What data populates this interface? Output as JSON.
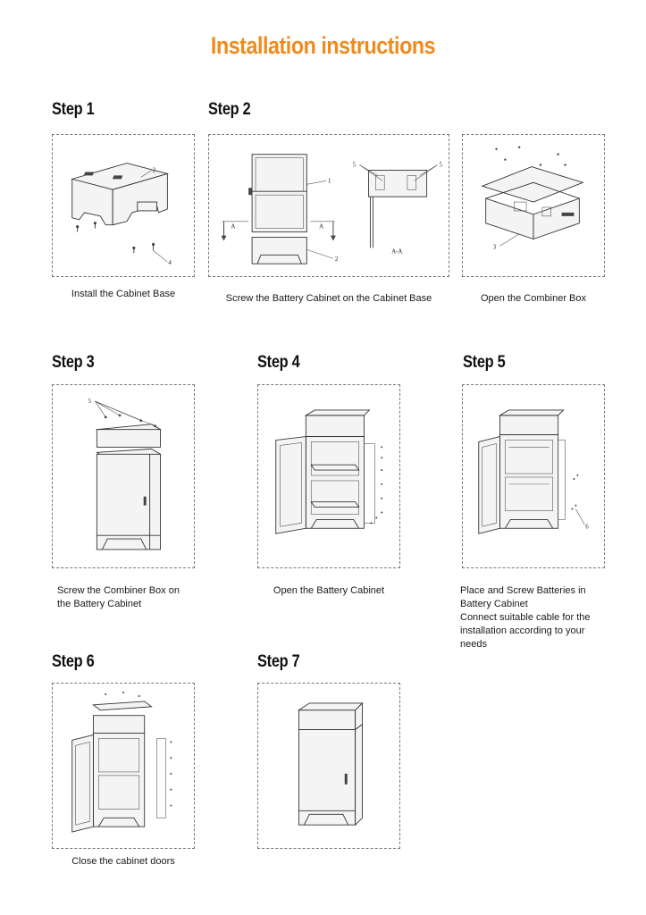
{
  "title": "Installation instructions",
  "steps": [
    {
      "label": "Step 1"
    },
    {
      "label": "Step 2"
    },
    {
      "label": "Step 3"
    },
    {
      "label": "Step 4"
    },
    {
      "label": "Step 5"
    },
    {
      "label": "Step 6"
    },
    {
      "label": "Step 7"
    }
  ],
  "captions": {
    "install_base": "Install  the Cabinet Base",
    "screw_cabinet": "Screw the Battery Cabinet on the Cabinet Base",
    "open_combiner": "Open  the Combiner Box",
    "screw_combiner_line1": "Screw the Combiner Box on",
    "screw_combiner_line2": "the Battery Cabinet",
    "open_battery": "Open  the  Battery Cabinet",
    "place_line1": "Place and Screw Batteries in",
    "place_line2": "Battery Cabinet",
    "place_line3": "Connect suitable cable for the",
    "place_line4": "installation according to your",
    "place_line5": "needs",
    "close_doors": "Close the cabinet doors"
  },
  "part_numbers": {
    "n1": "1",
    "n2": "2",
    "n3": "3",
    "n4": "4",
    "n5": "5",
    "n6": "6",
    "section_a": "A",
    "section_aa": "A-A"
  },
  "colors": {
    "title": "#f08a1c",
    "text": "#1a1a1a",
    "border": "#777777"
  }
}
